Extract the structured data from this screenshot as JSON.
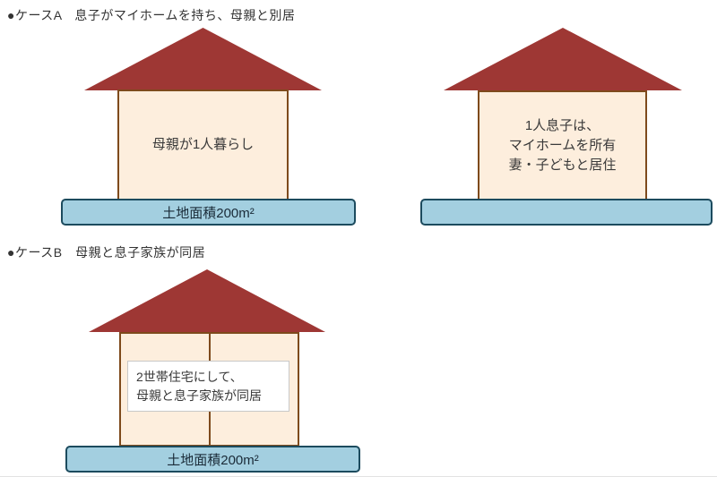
{
  "colors": {
    "roof": "#9e3734",
    "wall_fill": "#fdeedd",
    "wall_border": "#7e4a1c",
    "base_fill": "#a3cfe0",
    "base_border": "#1c4b5e",
    "label_text": "#333333",
    "house_text": "#3a3a3a",
    "base_text": "#1a2b38",
    "infobox_bg": "#ffffff",
    "infobox_border": "#c8c8c8"
  },
  "case_a": {
    "label": "●ケースA　息子がマイホームを持ち、母親と別居",
    "left_house": {
      "wall_text": "母親が1人暮らし",
      "base_text": "土地面積200m²"
    },
    "right_house": {
      "wall_lines": [
        "1人息子は、",
        "マイホームを所有",
        "妻・子どもと居住"
      ],
      "base_text": ""
    }
  },
  "case_b": {
    "label": "●ケースB　母親と息子家族が同居",
    "house": {
      "box_lines": [
        "2世帯住宅にして、",
        "母親と息子家族が同居"
      ],
      "base_text": "土地面積200m²"
    }
  }
}
